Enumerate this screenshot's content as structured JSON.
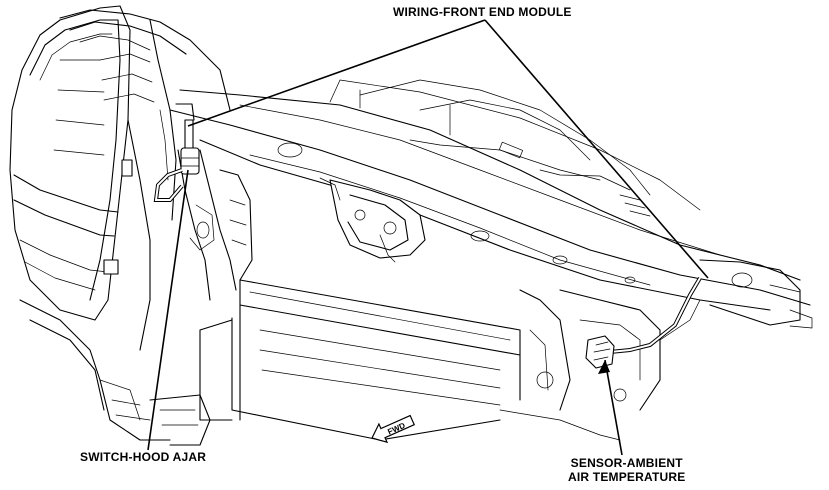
{
  "labels": {
    "wiring": "WIRING-FRONT END MODULE",
    "switch": "SWITCH-HOOD AJAR",
    "sensor_line1": "SENSOR-AMBIENT",
    "sensor_line2": "AIR TEMPERATURE",
    "fwd": "FWD"
  }
}
